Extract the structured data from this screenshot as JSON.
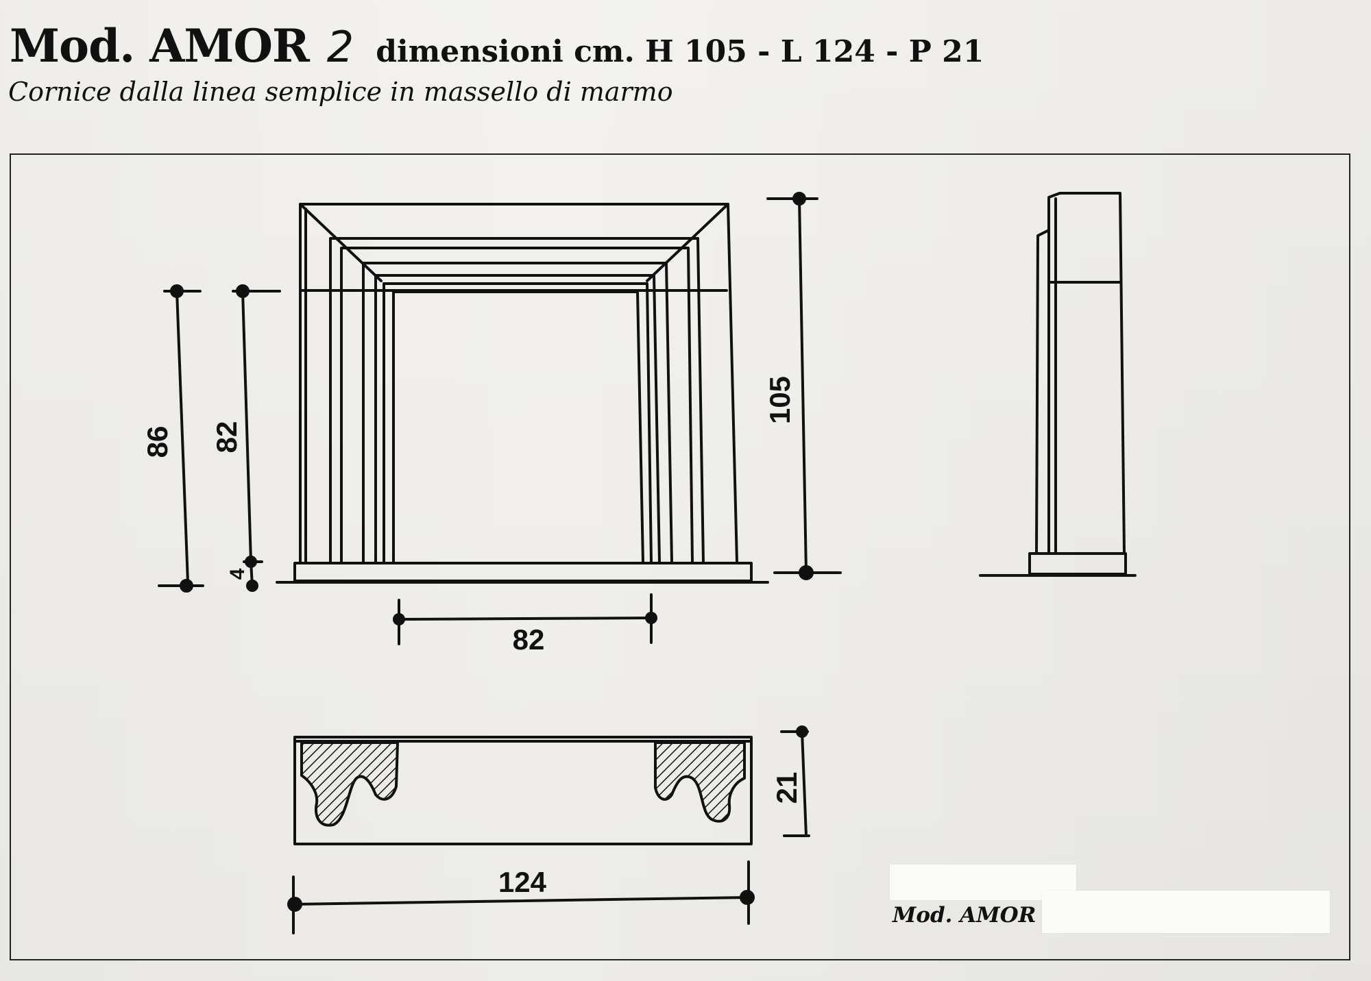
{
  "header": {
    "model": "Mod. AMOR",
    "handwritten_number": "2",
    "dimensions": "dimensioni cm. H 105 - L 124 - P 21",
    "subtitle": "Cornice dalla linea semplice in massello di marmo"
  },
  "dimensions": {
    "total_opening_height": "86",
    "opening_height": "82",
    "base_height": "4",
    "total_height": "105",
    "opening_width": "82",
    "depth": "21",
    "total_width": "124"
  },
  "caption": "Mod. AMOR",
  "colors": {
    "paper": "#f6f5f1",
    "ink": "#111111"
  }
}
